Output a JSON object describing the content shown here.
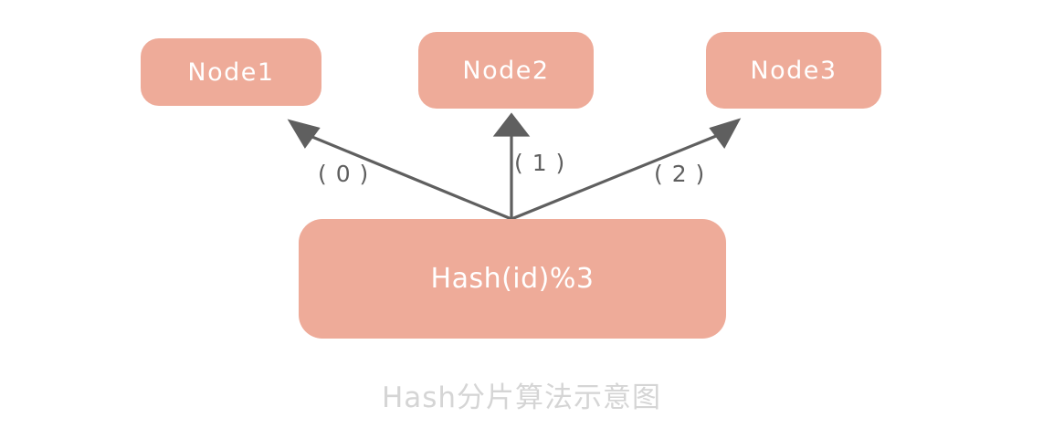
{
  "diagram": {
    "caption": "Hash分片算法示意图",
    "colors": {
      "node_fill": "#eeab99",
      "node_text": "#ffffff",
      "edge_stroke": "#5f5f5f",
      "label_text": "#5f5f5f",
      "caption_text": "#d5d5d5",
      "background": "#ffffff"
    },
    "nodes": [
      {
        "id": "node1",
        "label": "Node1"
      },
      {
        "id": "node2",
        "label": "Node2"
      },
      {
        "id": "node3",
        "label": "Node3"
      },
      {
        "id": "hash",
        "label": "Hash(id)%3"
      }
    ],
    "edges": [
      {
        "id": "edge0",
        "from": "hash",
        "to": "node1",
        "label": "( 0 )",
        "arrow": "arrowhead-icon"
      },
      {
        "id": "edge1",
        "from": "hash",
        "to": "node2",
        "label": "( 1 )",
        "arrow": "arrowhead-icon"
      },
      {
        "id": "edge2",
        "from": "hash",
        "to": "node3",
        "label": "( 2 )",
        "arrow": "arrowhead-icon"
      }
    ]
  }
}
